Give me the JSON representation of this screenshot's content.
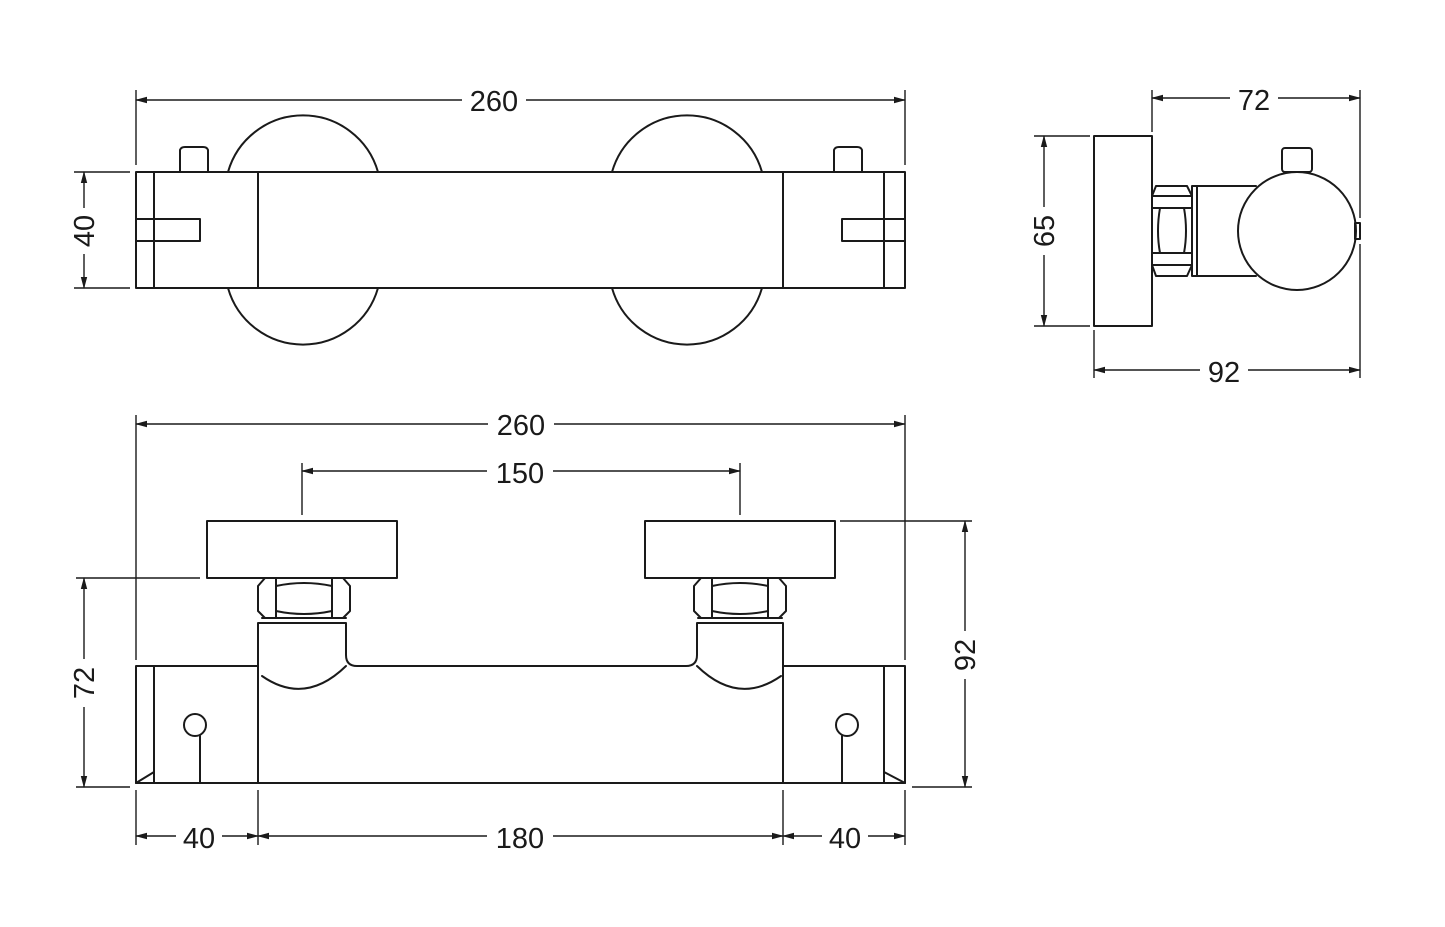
{
  "diagram": {
    "type": "technical-dimension-drawing",
    "views": {
      "top": {
        "dimensions": {
          "overall_width": "260",
          "height": "40"
        }
      },
      "side": {
        "dimensions": {
          "depth_top": "72",
          "height": "65",
          "depth_total": "92"
        }
      },
      "front": {
        "dimensions": {
          "overall_width": "260",
          "inlet_centres": "150",
          "left_height": "72",
          "right_height": "92",
          "left_segment": "40",
          "middle_segment": "180",
          "right_segment": "40"
        }
      }
    },
    "colors": {
      "line": "#1a1a1a",
      "background": "#ffffff"
    }
  }
}
